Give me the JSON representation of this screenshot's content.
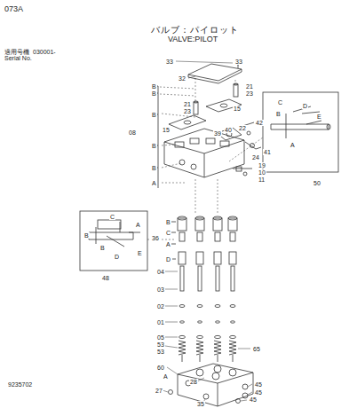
{
  "diagram": {
    "title": "バルブ：パイロット",
    "labels": [
      "073A",
      "VALVE:PILOT",
      "適用号機",
      "030001-",
      "Serial No.",
      "33",
      "33",
      "32",
      "21",
      "23",
      "B",
      "B",
      "21",
      "23",
      "15",
      "B",
      "15",
      "08",
      "B",
      "B",
      "A",
      "39",
      "40",
      "22",
      "42",
      "24",
      "41",
      "19",
      "10",
      "11",
      "50",
      "C",
      "B",
      "D",
      "E",
      "A",
      "C",
      "B",
      "B",
      "A",
      "D",
      "E",
      "48",
      "36",
      "B",
      "C",
      "A",
      "D",
      "04",
      "03",
      "02",
      "01",
      "05",
      "53",
      "53",
      "65",
      "60",
      "A",
      "28",
      "27",
      "35",
      "45",
      "45",
      "45",
      "9235702"
    ]
  }
}
